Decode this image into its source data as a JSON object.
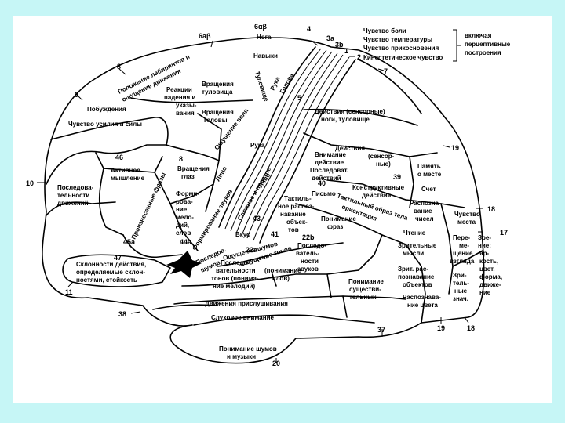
{
  "legend": {
    "lines": [
      "Чувство боли",
      "Чувство температуры",
      "Чувство прикосновения",
      "Кинестетическое чувство"
    ],
    "note": [
      "включая",
      "перцептивные",
      "построения"
    ]
  },
  "area_numbers": {
    "n6ab_top": "6αβ",
    "n4": "4",
    "n6ab": "6aβ",
    "n3a": "3a",
    "n3b": "3b",
    "n1": "1",
    "n2": "2",
    "n8_top": "8",
    "n9": "9",
    "n5": "5",
    "n7": "7",
    "n10": "10",
    "n46": "46",
    "n8_mid": "8",
    "n19_top": "19",
    "n39": "39",
    "n40": "40",
    "n43": "43",
    "n41": "41",
    "n22a": "22a",
    "n22b": "22b",
    "n45a": "45a",
    "n44a": "44a",
    "n47": "47",
    "n18_top": "18",
    "n17": "17",
    "n11": "11",
    "n38": "38",
    "n37": "37",
    "n19_bot": "19",
    "n18_bot": "18",
    "n20": "20"
  },
  "labels": {
    "noga": "Нога",
    "navyki": "Навыки",
    "ulyboki": "Побуждения",
    "chuvstvo_usiliya": "Чувство усилия и силы",
    "polozhenie_1": "Положение лабиринтов и",
    "polozhenie_2": "ощущение движения",
    "vrashcheniya_tul_1": "Вращения",
    "vrashcheniya_tul_2": "туловища",
    "reakcii": [
      "Реакции",
      "падения и",
      "указы-",
      "вания"
    ],
    "vrashcheniya_gol_1": "Вращения",
    "vrashcheniya_gol_2": "головы",
    "tulovishche": "Туловище",
    "ruka_vert": "Рука",
    "golova": "Голова",
    "ruka_left": "Рука",
    "deystviya_sens": "Действия (сенсорные)",
    "nogi_tulovishche": "ноги, туловище",
    "oshchushenie_voli": "Ощущение воли",
    "aktivnoe": [
      "Активное",
      "мышление"
    ],
    "vrashcheniya_glaz": [
      "Вращения",
      "глаз"
    ],
    "posledovatelnosti": [
      "Последова-",
      "тельности",
      "движений"
    ],
    "litso_1": "Лицо",
    "pamyat": [
      "Память",
      "о месте"
    ],
    "schet": "Счет",
    "deystviya_right": [
      "Действия",
      "(сенсор-",
      "ные)"
    ],
    "vnimanie": [
      "Внимание",
      "действие"
    ],
    "posledovat": [
      "Последоват.",
      "действий"
    ],
    "pismo": "Письмо",
    "konstruktivnye": [
      "Конструктивные",
      "действия"
    ],
    "raspoznavanie_chisel": [
      "Распозна-",
      "вание",
      "чисел"
    ],
    "chuvstvo_mesta": [
      "Чувство",
      "места"
    ],
    "chtenie": "Чтение",
    "zritelnye_mysli": [
      "Зрительные",
      "мысли"
    ],
    "formirovanie": [
      "Форми-",
      "рова-",
      "ние",
      "мело-",
      "дий,",
      "слов"
    ],
    "proiznesennye": "Произнесенные фразы",
    "formirovanie_diag": "Формирование звуков",
    "vkus": "Вкус",
    "vkus_slozhnyy": "Сложное и простое",
    "litso_2": "Лицо",
    "taktilnoe": [
      "Тактиль-",
      "ное распоз-",
      "навание",
      "объек-",
      "тов"
    ],
    "taktilnyy_obraz": "Тактильный образ тела",
    "orientaciya": "ориентация",
    "ponimanie_fraz": [
      "Понимание",
      "фраз"
    ],
    "posledovatelnost_zvukov": [
      "Последо-",
      "ватель-",
      "ности",
      "звуков"
    ],
    "oshchushenie_shumov": "Ощущение шумов",
    "oshchushenie_tonov": "Ощущение тонов",
    "posledovatelnosti_tonov": [
      "Последо-",
      "вательности",
      "тонов (понима-",
      "ние мелодий)"
    ],
    "ponimanie_slov": [
      "(понимание",
      "слов)"
    ],
    "posledov_shumov": [
      "Последов.",
      "шумов"
    ],
    "sklonnost": [
      "Склонности действия,",
      "определяемые склон-",
      "ностями, стойкость"
    ],
    "zritelnoe_raspoznavanie": [
      "Зрит. рас-",
      "познавание",
      "объектов"
    ],
    "ponimanie_sushchestvitelnyh": [
      "Понимание",
      "существи-",
      "тельных"
    ],
    "raspoznavanie_cveta": [
      "Распознава-",
      "ние цвета"
    ],
    "perevedenie_vzglyada": [
      "Пере-",
      "ме-",
      "щение",
      "взгляда"
    ],
    "zrenie": [
      "Зре-",
      "ние:",
      "яр-",
      "кость,",
      "цвет,",
      "форма,",
      "движе-",
      "ние"
    ],
    "zritelnye_tel": [
      "Зри-",
      "тель-",
      "ные",
      "знач."
    ],
    "dvizheniya_prislushivaniya": "Движения прислушивания",
    "sluhovoe_vnimanie": "Слуховое внимание",
    "ponimanie_shumov": [
      "Понимание шумов",
      "и музыки"
    ]
  }
}
